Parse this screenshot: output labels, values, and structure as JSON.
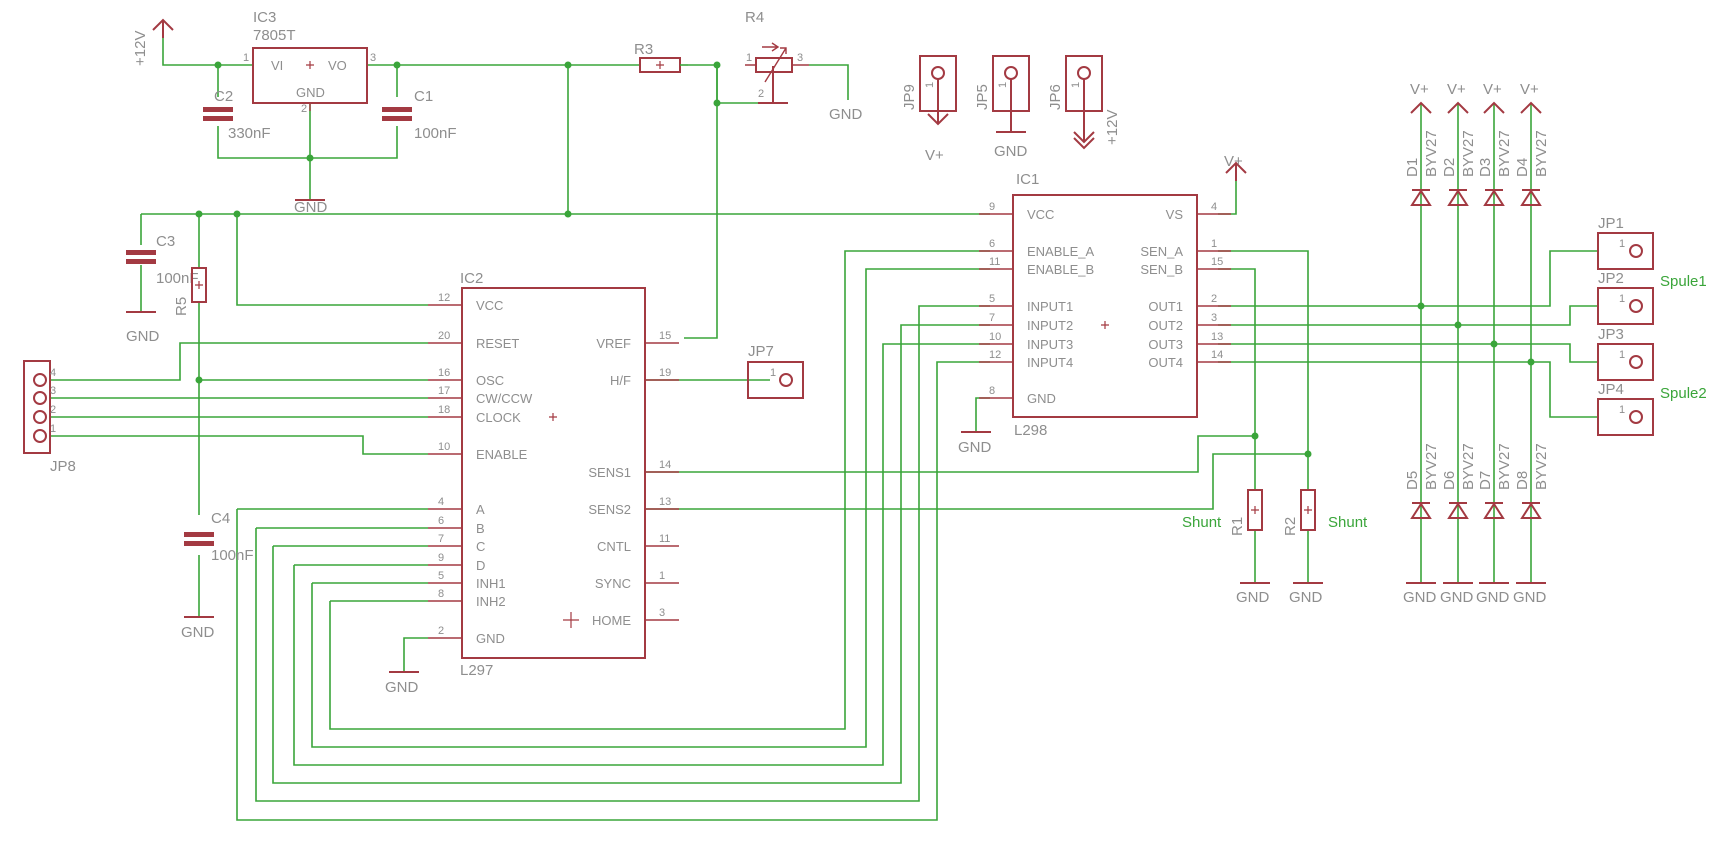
{
  "parts": {
    "ic1": {
      "name": "IC1",
      "value": "L298"
    },
    "ic2": {
      "name": "IC2",
      "value": "L297"
    },
    "ic3": {
      "name": "IC3",
      "value": "7805T"
    },
    "c1": {
      "name": "C1",
      "value": "100nF"
    },
    "c2": {
      "name": "C2",
      "value": "330nF"
    },
    "c3": {
      "name": "C3",
      "value": "100nF"
    },
    "c4": {
      "name": "C4",
      "value": "100nF"
    },
    "r1": {
      "name": "R1"
    },
    "r2": {
      "name": "R2"
    },
    "r3": {
      "name": "R3"
    },
    "r4": {
      "name": "R4"
    },
    "r5": {
      "name": "R5"
    },
    "jp1": "JP1",
    "jp2": "JP2",
    "jp3": "JP3",
    "jp4": "JP4",
    "jp5": "JP5",
    "jp6": "JP6",
    "jp7": "JP7",
    "jp8": "JP8",
    "jp9": "JP9",
    "diodes": [
      {
        "name": "D1",
        "value": "BYV27"
      },
      {
        "name": "D2",
        "value": "BYV27"
      },
      {
        "name": "D3",
        "value": "BYV27"
      },
      {
        "name": "D4",
        "value": "BYV27"
      },
      {
        "name": "D5",
        "value": "BYV27"
      },
      {
        "name": "D6",
        "value": "BYV27"
      },
      {
        "name": "D7",
        "value": "BYV27"
      },
      {
        "name": "D8",
        "value": "BYV27"
      }
    ]
  },
  "ic1_pins": {
    "left": [
      {
        "num": "9",
        "label": "VCC"
      },
      {
        "num": "6",
        "label": "ENABLE_A"
      },
      {
        "num": "11",
        "label": "ENABLE_B"
      },
      {
        "num": "5",
        "label": "INPUT1"
      },
      {
        "num": "7",
        "label": "INPUT2"
      },
      {
        "num": "10",
        "label": "INPUT3"
      },
      {
        "num": "12",
        "label": "INPUT4"
      },
      {
        "num": "8",
        "label": "GND"
      }
    ],
    "right": [
      {
        "num": "4",
        "label": "VS"
      },
      {
        "num": "1",
        "label": "SEN_A"
      },
      {
        "num": "15",
        "label": "SEN_B"
      },
      {
        "num": "2",
        "label": "OUT1"
      },
      {
        "num": "3",
        "label": "OUT2"
      },
      {
        "num": "13",
        "label": "OUT3"
      },
      {
        "num": "14",
        "label": "OUT4"
      }
    ]
  },
  "ic2_pins": {
    "left": [
      {
        "num": "12",
        "label": "VCC"
      },
      {
        "num": "20",
        "label": "RESET"
      },
      {
        "num": "16",
        "label": "OSC"
      },
      {
        "num": "17",
        "label": "CW/CCW"
      },
      {
        "num": "18",
        "label": "CLOCK"
      },
      {
        "num": "10",
        "label": "ENABLE"
      },
      {
        "num": "4",
        "label": "A"
      },
      {
        "num": "6",
        "label": "B"
      },
      {
        "num": "7",
        "label": "C"
      },
      {
        "num": "9",
        "label": "D"
      },
      {
        "num": "5",
        "label": "INH1"
      },
      {
        "num": "8",
        "label": "INH2"
      },
      {
        "num": "2",
        "label": "GND"
      }
    ],
    "right": [
      {
        "num": "15",
        "label": "VREF"
      },
      {
        "num": "19",
        "label": "H/F"
      },
      {
        "num": "14",
        "label": "SENS1"
      },
      {
        "num": "13",
        "label": "SENS2"
      },
      {
        "num": "11",
        "label": "CNTL"
      },
      {
        "num": "1",
        "label": "SYNC"
      },
      {
        "num": "3",
        "label": "HOME"
      }
    ]
  },
  "ic3_pins": {
    "vi": "VI",
    "vo": "VO",
    "gnd": "GND",
    "p1": "1",
    "p2": "2",
    "p3": "3"
  },
  "jp8_pins": [
    "4",
    "3",
    "2",
    "1"
  ],
  "pin_one": "1",
  "r4_pins": {
    "p1": "1",
    "p2": "2",
    "p3": "3"
  },
  "supply": {
    "v12": "+12V",
    "vplus": "V+",
    "gnd": "GND"
  },
  "nets": {
    "spule1": "Spule1",
    "spule2": "Spule2",
    "shunt": "Shunt"
  },
  "colors": {
    "wire": "#3aa53a",
    "symbol": "#a33a42",
    "text": "#8e8e8e",
    "background": "#ffffff"
  }
}
